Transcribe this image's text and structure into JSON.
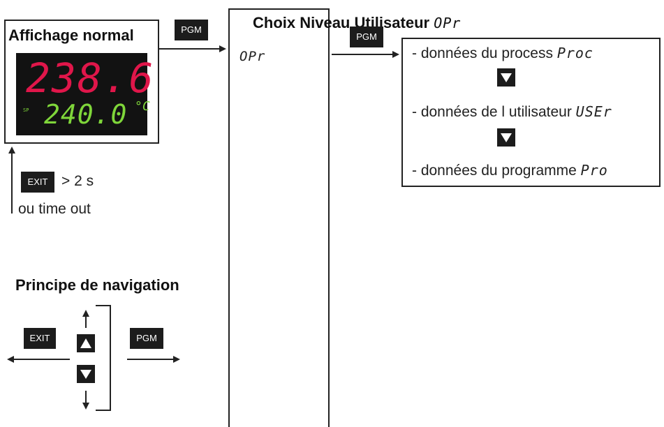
{
  "normal": {
    "title": "Affichage normal",
    "pv": "238.6",
    "sp": "240.0",
    "unit": "°C",
    "sp_tag": "SP"
  },
  "keys": {
    "pgm": "PGM",
    "exit": "EXIT"
  },
  "exit_note": {
    "duration": "> 2 s",
    "timeout": "ou time out"
  },
  "opr_column": {
    "label": "OPr"
  },
  "menu": {
    "title": "Choix Niveau Utilisateur",
    "title_code": "OPr",
    "items": [
      {
        "text": "- données du process",
        "code": "Proc"
      },
      {
        "text": "- données de l utilisateur",
        "code": "USEr"
      },
      {
        "text": "- données du programme",
        "code": "Pro"
      }
    ]
  },
  "navigation": {
    "title": "Principe de navigation"
  }
}
